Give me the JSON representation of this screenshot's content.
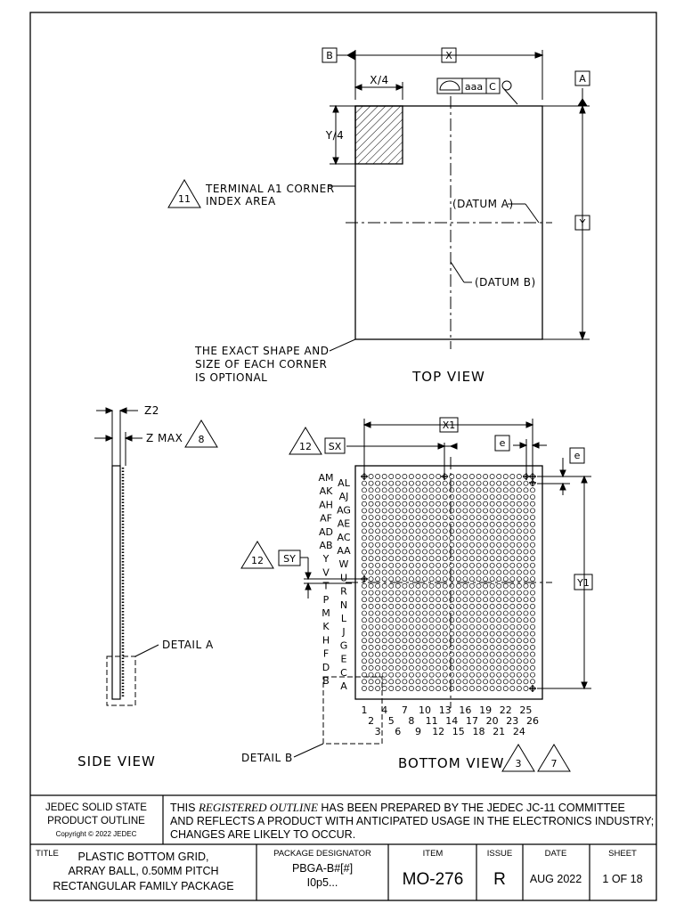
{
  "top_view": {
    "title": "TOP VIEW",
    "datum_b": "B",
    "datum_a": "A",
    "dim_x": "X",
    "dim_x_quarter": "X/4",
    "dim_y": "Y",
    "dim_y_quarter": "Y/4",
    "tolerance_value": "aaa",
    "tolerance_datum": "C",
    "note_11_number": "11",
    "corner_label_line1": "TERMINAL A1 CORNER",
    "corner_label_line2": "INDEX AREA",
    "datum_a_label": "(DATUM A)",
    "datum_b_label": "(DATUM B)",
    "corner_note_line1": "THE EXACT SHAPE AND",
    "corner_note_line2": "SIZE OF EACH CORNER",
    "corner_note_line3": "IS OPTIONAL"
  },
  "side_view": {
    "title": "SIDE VIEW",
    "z2_label": "Z2",
    "zmax_label": "Z MAX",
    "note_8_number": "8",
    "detail_a_label": "DETAIL A"
  },
  "bottom_view": {
    "title": "BOTTOM VIEW",
    "note_3_number": "3",
    "note_7_number": "7",
    "note_12_number": "12",
    "sx_label": "SX",
    "sy_label": "SY",
    "x1_label": "X1",
    "y1_label": "Y1",
    "e_label": "e",
    "detail_b_label": "DETAIL B",
    "row_letters_left": [
      "AM",
      "AK",
      "AH",
      "AF",
      "AD",
      "AB",
      "Y",
      "V",
      "T",
      "P",
      "M",
      "K",
      "H",
      "F",
      "D",
      "B"
    ],
    "row_letters_right": [
      "AL",
      "AJ",
      "AG",
      "AE",
      "AC",
      "AA",
      "W",
      "U",
      "R",
      "N",
      "L",
      "J",
      "G",
      "E",
      "C",
      "A"
    ],
    "col_numbers_row1": [
      "1",
      "4",
      "7",
      "10",
      "13",
      "16",
      "19",
      "22",
      "25"
    ],
    "col_numbers_row2": [
      "2",
      "5",
      "8",
      "11",
      "14",
      "17",
      "20",
      "23",
      "26"
    ],
    "col_numbers_row3": [
      "3",
      "6",
      "9",
      "12",
      "15",
      "18",
      "21",
      "24"
    ]
  },
  "title_block": {
    "org_line1": "JEDEC SOLID STATE",
    "org_line2": "PRODUCT OUTLINE",
    "copyright": "Copyright © 2022 JEDEC",
    "notice_prefix": "THIS ",
    "notice_emphasis": "REGISTERED OUTLINE",
    "notice_suffix": " HAS BEEN PREPARED BY THE JEDEC JC-11 COMMITTEE",
    "notice_line2": "AND REFLECTS A PRODUCT WITH ANTICIPATED USAGE IN THE ELECTRONICS INDUSTRY;",
    "notice_line3": "CHANGES ARE LIKELY TO OCCUR.",
    "title_header": "TITLE",
    "title_line1": "PLASTIC BOTTOM GRID,",
    "title_line2": "ARRAY BALL, 0.50MM PITCH",
    "title_line3": "RECTANGULAR FAMILY PACKAGE",
    "designator_header": "PACKAGE DESIGNATOR",
    "designator_line1": "PBGA-B#[#]",
    "designator_line2": "I0p5...",
    "item_header": "ITEM",
    "item_value": "MO-276",
    "issue_header": "ISSUE",
    "issue_value": "R",
    "date_header": "DATE",
    "date_value": "AUG 2022",
    "sheet_header": "SHEET",
    "sheet_value": "1 OF 18"
  }
}
